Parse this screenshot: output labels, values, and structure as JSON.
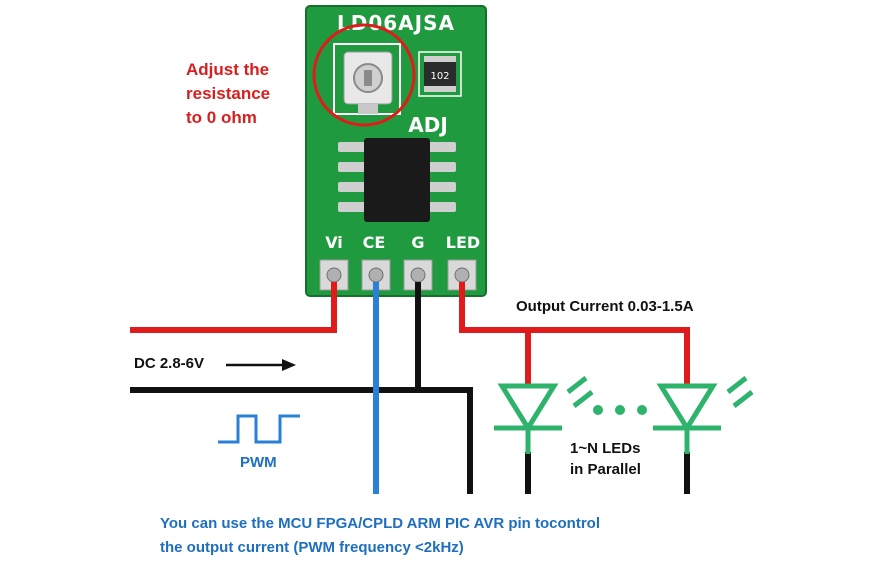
{
  "board": {
    "model": "LD06AJSA",
    "resistor_code": "102",
    "adj_label": "ADJ",
    "pins": [
      "Vi",
      "CE",
      "G",
      "LED"
    ]
  },
  "annotations": {
    "adjust": [
      "Adjust the",
      "resistance",
      "to 0 ohm"
    ],
    "dc_input": "DC 2.8-6V",
    "output_current": "Output Current 0.03-1.5A",
    "pwm": "PWM",
    "leds": [
      "1~N LEDs",
      "in Parallel"
    ],
    "bottom_note": [
      "You can use the MCU FPGA/CPLD ARM PIC AVR pin tocontrol",
      "the output current (PWM frequency <2kHz)"
    ]
  },
  "colors": {
    "pcb": "#1f9a3e",
    "wire_positive": "#e01b1b",
    "wire_ground": "#111111",
    "wire_control": "#2a7fd6",
    "led_symbol": "#2db36b",
    "annotation_red": "#d62020",
    "annotation_blue": "#1e6fc0"
  }
}
